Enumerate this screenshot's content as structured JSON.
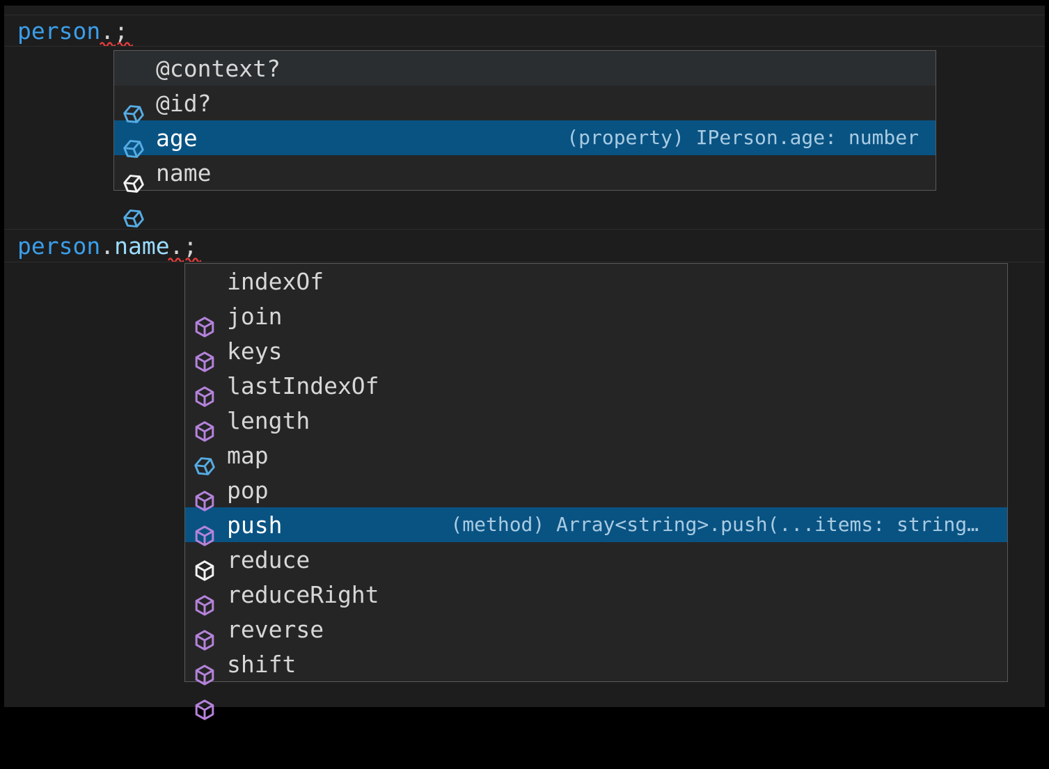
{
  "colors": {
    "editor-bg": "#1d1d1d",
    "popup-bg": "#252526",
    "popup-border": "#5a5a5a",
    "hover-bg": "#2b2e30",
    "selection-bg": "#095383",
    "label": "#d7d7d7",
    "detail": "#a9cbe2",
    "icon-field": "#55ace4",
    "icon-method": "#b583db",
    "token-variable": "#3b9eea",
    "token-property": "#9cdcfe",
    "token-punctuation": "#d4d4d4",
    "squiggle": "#e23c3c"
  },
  "code": {
    "line1": {
      "variable": "person",
      "dot": ".",
      "semicolon": ";"
    },
    "line2": {
      "variable": "person",
      "dot1": ".",
      "property": "name",
      "dot2": ".",
      "semicolon": ";"
    }
  },
  "suggest1": {
    "items": [
      {
        "label": "@context?",
        "kind": "field",
        "hovered": true
      },
      {
        "label": "@id?",
        "kind": "field"
      },
      {
        "label": "age",
        "kind": "field",
        "selected": true,
        "detail": "(property) IPerson.age: number"
      },
      {
        "label": "name",
        "kind": "field"
      }
    ]
  },
  "suggest2": {
    "items": [
      {
        "label": "indexOf",
        "kind": "method"
      },
      {
        "label": "join",
        "kind": "method"
      },
      {
        "label": "keys",
        "kind": "method"
      },
      {
        "label": "lastIndexOf",
        "kind": "method"
      },
      {
        "label": "length",
        "kind": "property"
      },
      {
        "label": "map",
        "kind": "method"
      },
      {
        "label": "pop",
        "kind": "method"
      },
      {
        "label": "push",
        "kind": "method",
        "selected": true,
        "detail": "(method) Array<string>.push(...items: string…"
      },
      {
        "label": "reduce",
        "kind": "method"
      },
      {
        "label": "reduceRight",
        "kind": "method"
      },
      {
        "label": "reverse",
        "kind": "method"
      },
      {
        "label": "shift",
        "kind": "method"
      }
    ]
  }
}
